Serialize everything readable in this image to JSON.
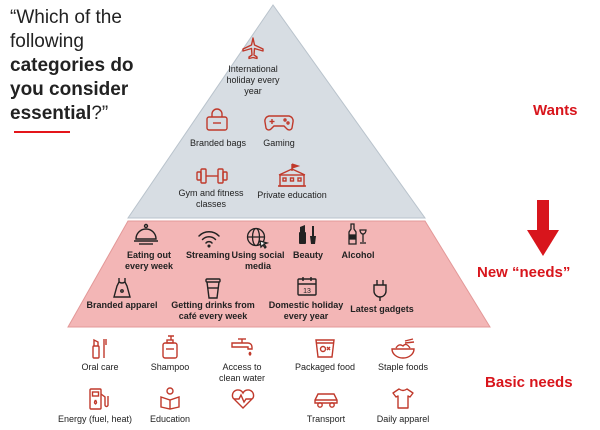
{
  "question": {
    "open": "“Which of the following ",
    "bold": "categories do you consider essential",
    "close": "?”"
  },
  "side_labels": {
    "wants": "Wants",
    "new_needs": "New “needs”",
    "basic": "Basic needs"
  },
  "wants": {
    "holiday": "International holiday every year",
    "bags": "Branded bags",
    "gaming": "Gaming",
    "gym": "Gym and fitness classes",
    "education": "Private education"
  },
  "new_needs": {
    "eating_out": "Eating out every week",
    "streaming": "Streaming",
    "social": "Using social media",
    "beauty": "Beauty",
    "alcohol": "Alcohol",
    "apparel": "Branded apparel",
    "cafe": "Getting drinks from café every week",
    "domestic": "Domestic holiday every year",
    "gadgets": "Latest gadgets"
  },
  "basic": {
    "oral": "Oral care",
    "shampoo": "Shampoo",
    "water": "Access to clean water",
    "packaged": "Packaged food",
    "staple": "Staple foods",
    "energy": "Energy (fuel, heat)",
    "education": "Education",
    "transport": "Transport",
    "daily": "Daily apparel"
  },
  "colors": {
    "wants_fill": "#d7dde3",
    "needs_fill": "#f3b6b6",
    "accent": "#d8151c",
    "icon": "#c0392b"
  }
}
